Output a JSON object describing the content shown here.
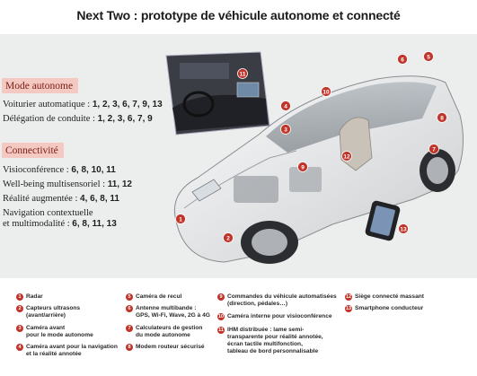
{
  "title": "Next Two : prototype de véhicule autonome et connecté",
  "sections": {
    "autonomy": {
      "heading": "Mode autonome",
      "lines": [
        {
          "label": "Voiturier automatique : ",
          "value": "1, 2, 3, 6, 7, 9, 13"
        },
        {
          "label": "Délégation de conduite : ",
          "value": "1, 2, 3, 6, 7, 9"
        }
      ]
    },
    "connectivity": {
      "heading": "Connectivité",
      "lines": [
        {
          "label": "Visioconférence : ",
          "value": "6, 8, 10, 11"
        },
        {
          "label": "Well-being multisensoriel : ",
          "value": "11, 12"
        },
        {
          "label": "Réalité augmentée : ",
          "value": "4, 6, 8, 11"
        },
        {
          "label": "Navigation contextuelle",
          "value": ""
        },
        {
          "label": "et multimodalité : ",
          "value": "6, 8, 11, 13"
        }
      ]
    }
  },
  "markers": [
    "1",
    "2",
    "3",
    "4",
    "5",
    "6",
    "7",
    "8",
    "9",
    "10",
    "11",
    "12",
    "13"
  ],
  "legend": [
    {
      "num": "1",
      "lines": [
        "Radar"
      ]
    },
    {
      "num": "2",
      "lines": [
        "Capteurs ultrasons",
        "(avant/arrière)"
      ]
    },
    {
      "num": "3",
      "lines": [
        "Caméra avant",
        "pour le mode autonome"
      ]
    },
    {
      "num": "4",
      "lines": [
        "Caméra avant pour la navigation",
        "et la réalité annotée"
      ]
    },
    {
      "num": "5",
      "lines": [
        "Caméra de recul"
      ]
    },
    {
      "num": "6",
      "lines": [
        "Antenne multibande :",
        "GPS, Wi-Fi, Wave, 2G à 4G"
      ]
    },
    {
      "num": "7",
      "lines": [
        "Calculateurs de gestion",
        "du mode autonome"
      ]
    },
    {
      "num": "8",
      "lines": [
        "Modem routeur sécurisé"
      ]
    },
    {
      "num": "9",
      "lines": [
        "Commandes du véhicule automatisées",
        "(direction, pédales…)"
      ]
    },
    {
      "num": "10",
      "lines": [
        "Caméra interne pour visioconférence"
      ]
    },
    {
      "num": "11",
      "lines": [
        "IHM distribuée : lame semi-",
        "transparente pour réalité annotée,",
        "écran tactile multifonction,",
        "tableau de bord personnalisable"
      ]
    },
    {
      "num": "12",
      "lines": [
        "Siège connecté massant"
      ]
    },
    {
      "num": "13",
      "lines": [
        "Smartphone conducteur"
      ]
    }
  ],
  "colors": {
    "accent": "#c0342a",
    "section_bg": "#f4c9c2",
    "section_text": "#7a1d12",
    "panel": "#eceeee"
  }
}
